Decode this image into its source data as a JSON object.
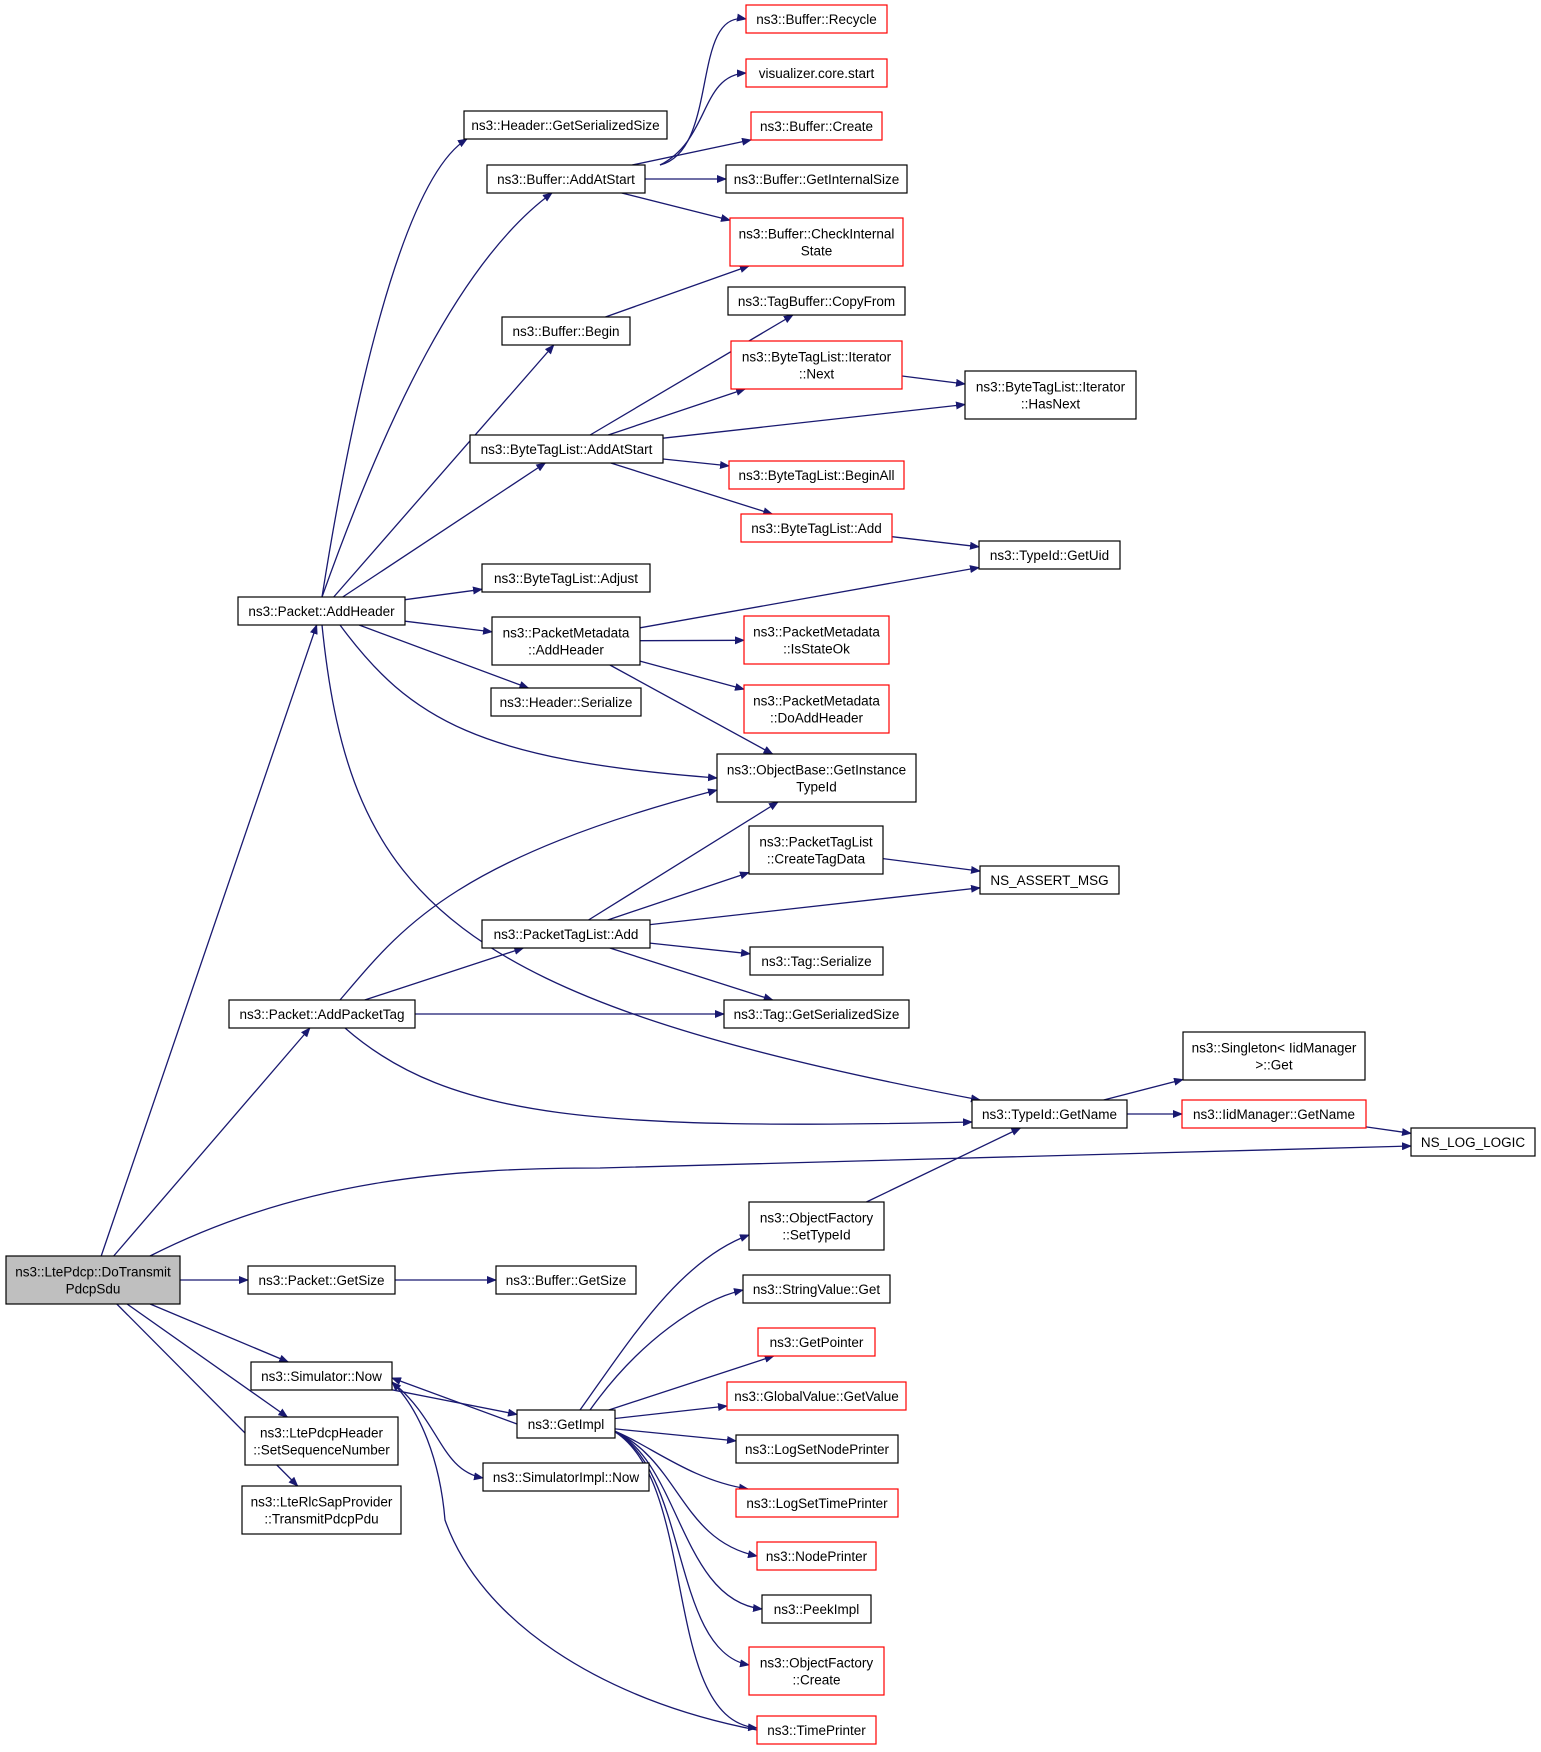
{
  "diagram": {
    "kind": "call-graph",
    "colors": {
      "edge": "#191970",
      "node_border": "#000000",
      "truncated_node_border": "#ff0000",
      "root_fill": "#bfbfbf",
      "node_fill": "#ffffff"
    },
    "nodes": [
      {
        "id": "root",
        "lines": [
          "ns3::LtePdcp::DoTransmit",
          "PdcpSdu"
        ],
        "style": "root"
      },
      {
        "id": "n_addheader",
        "lines": [
          "ns3::Packet::AddHeader"
        ],
        "style": "normal"
      },
      {
        "id": "n_addpackettag",
        "lines": [
          "ns3::Packet::AddPacketTag"
        ],
        "style": "normal"
      },
      {
        "id": "n_getsize_pkt",
        "lines": [
          "ns3::Packet::GetSize"
        ],
        "style": "normal"
      },
      {
        "id": "n_now",
        "lines": [
          "ns3::Simulator::Now"
        ],
        "style": "normal"
      },
      {
        "id": "n_setseq",
        "lines": [
          "ns3::LtePdcpHeader",
          "::SetSequenceNumber"
        ],
        "style": "normal"
      },
      {
        "id": "n_transmit",
        "lines": [
          "ns3::LteRlcSapProvider",
          "::TransmitPdcpPdu"
        ],
        "style": "normal"
      },
      {
        "id": "n_hdr_getsersize",
        "lines": [
          "ns3::Header::GetSerializedSize"
        ],
        "style": "normal"
      },
      {
        "id": "n_buf_addatstart",
        "lines": [
          "ns3::Buffer::AddAtStart"
        ],
        "style": "normal"
      },
      {
        "id": "n_buf_begin",
        "lines": [
          "ns3::Buffer::Begin"
        ],
        "style": "normal"
      },
      {
        "id": "n_btl_addatstart",
        "lines": [
          "ns3::ByteTagList::AddAtStart"
        ],
        "style": "normal"
      },
      {
        "id": "n_btl_adjust",
        "lines": [
          "ns3::ByteTagList::Adjust"
        ],
        "style": "normal"
      },
      {
        "id": "n_pm_addheader",
        "lines": [
          "ns3::PacketMetadata",
          "::AddHeader"
        ],
        "style": "normal"
      },
      {
        "id": "n_hdr_serialize",
        "lines": [
          "ns3::Header::Serialize"
        ],
        "style": "normal"
      },
      {
        "id": "n_ptl_add",
        "lines": [
          "ns3::PacketTagList::Add"
        ],
        "style": "normal"
      },
      {
        "id": "n_buf_getsize",
        "lines": [
          "ns3::Buffer::GetSize"
        ],
        "style": "normal"
      },
      {
        "id": "n_getimpl",
        "lines": [
          "ns3::GetImpl"
        ],
        "style": "normal"
      },
      {
        "id": "n_simimpl_now",
        "lines": [
          "ns3::SimulatorImpl::Now"
        ],
        "style": "normal"
      },
      {
        "id": "n_buf_recycle",
        "lines": [
          "ns3::Buffer::Recycle"
        ],
        "style": "red"
      },
      {
        "id": "n_viz_start",
        "lines": [
          "visualizer.core.start"
        ],
        "style": "red"
      },
      {
        "id": "n_buf_create",
        "lines": [
          "ns3::Buffer::Create"
        ],
        "style": "red"
      },
      {
        "id": "n_buf_getinternalsize",
        "lines": [
          "ns3::Buffer::GetInternalSize"
        ],
        "style": "normal"
      },
      {
        "id": "n_buf_checkinternal",
        "lines": [
          "ns3::Buffer::CheckInternal",
          "State"
        ],
        "style": "red"
      },
      {
        "id": "n_tagbuf_copyfrom",
        "lines": [
          "ns3::TagBuffer::CopyFrom"
        ],
        "style": "normal"
      },
      {
        "id": "n_btl_it_next",
        "lines": [
          "ns3::ByteTagList::Iterator",
          "::Next"
        ],
        "style": "red"
      },
      {
        "id": "n_btl_beginall",
        "lines": [
          "ns3::ByteTagList::BeginAll"
        ],
        "style": "red"
      },
      {
        "id": "n_btl_add",
        "lines": [
          "ns3::ByteTagList::Add"
        ],
        "style": "red"
      },
      {
        "id": "n_pm_isstateok",
        "lines": [
          "ns3::PacketMetadata",
          "::IsStateOk"
        ],
        "style": "red"
      },
      {
        "id": "n_pm_doaddheader",
        "lines": [
          "ns3::PacketMetadata",
          "::DoAddHeader"
        ],
        "style": "red"
      },
      {
        "id": "n_objbase_getinst",
        "lines": [
          "ns3::ObjectBase::GetInstance",
          "TypeId"
        ],
        "style": "normal"
      },
      {
        "id": "n_ptl_createtagdata",
        "lines": [
          "ns3::PacketTagList",
          "::CreateTagData"
        ],
        "style": "normal"
      },
      {
        "id": "n_tag_serialize",
        "lines": [
          "ns3::Tag::Serialize"
        ],
        "style": "normal"
      },
      {
        "id": "n_tag_getsersize",
        "lines": [
          "ns3::Tag::GetSerializedSize"
        ],
        "style": "normal"
      },
      {
        "id": "n_of_settypeid",
        "lines": [
          "ns3::ObjectFactory",
          "::SetTypeId"
        ],
        "style": "normal"
      },
      {
        "id": "n_stringvalue_get",
        "lines": [
          "ns3::StringValue::Get"
        ],
        "style": "normal"
      },
      {
        "id": "n_getpointer",
        "lines": [
          "ns3::GetPointer"
        ],
        "style": "red"
      },
      {
        "id": "n_gv_getvalue",
        "lines": [
          "ns3::GlobalValue::GetValue"
        ],
        "style": "red"
      },
      {
        "id": "n_logsetnodeprinter",
        "lines": [
          "ns3::LogSetNodePrinter"
        ],
        "style": "normal"
      },
      {
        "id": "n_logsettimeprinter",
        "lines": [
          "ns3::LogSetTimePrinter"
        ],
        "style": "red"
      },
      {
        "id": "n_nodeprinter",
        "lines": [
          "ns3::NodePrinter"
        ],
        "style": "red"
      },
      {
        "id": "n_peekimpl",
        "lines": [
          "ns3::PeekImpl"
        ],
        "style": "normal"
      },
      {
        "id": "n_of_create",
        "lines": [
          "ns3::ObjectFactory",
          "::Create"
        ],
        "style": "red"
      },
      {
        "id": "n_timeprinter",
        "lines": [
          "ns3::TimePrinter"
        ],
        "style": "red"
      },
      {
        "id": "n_btl_it_hasnext",
        "lines": [
          "ns3::ByteTagList::Iterator",
          "::HasNext"
        ],
        "style": "normal"
      },
      {
        "id": "n_typeid_getuid",
        "lines": [
          "ns3::TypeId::GetUid"
        ],
        "style": "normal"
      },
      {
        "id": "n_ns_assert_msg",
        "lines": [
          "NS_ASSERT_MSG"
        ],
        "style": "normal"
      },
      {
        "id": "n_singleton_get",
        "lines": [
          "ns3::Singleton< IidManager",
          " >::Get"
        ],
        "style": "normal"
      },
      {
        "id": "n_typeid_getname",
        "lines": [
          "ns3::TypeId::GetName"
        ],
        "style": "normal"
      },
      {
        "id": "n_iidmgr_getname",
        "lines": [
          "ns3::IidManager::GetName"
        ],
        "style": "red"
      },
      {
        "id": "n_ns_log_logic",
        "lines": [
          "NS_LOG_LOGIC"
        ],
        "style": "normal"
      }
    ],
    "edges": [
      [
        "root",
        "n_addheader"
      ],
      [
        "root",
        "n_addpackettag"
      ],
      [
        "root",
        "n_ns_log_logic"
      ],
      [
        "root",
        "n_getsize_pkt"
      ],
      [
        "root",
        "n_now"
      ],
      [
        "root",
        "n_setseq"
      ],
      [
        "root",
        "n_transmit"
      ],
      [
        "n_addheader",
        "n_hdr_getsersize"
      ],
      [
        "n_addheader",
        "n_buf_addatstart"
      ],
      [
        "n_addheader",
        "n_buf_begin"
      ],
      [
        "n_addheader",
        "n_btl_addatstart"
      ],
      [
        "n_addheader",
        "n_btl_adjust"
      ],
      [
        "n_addheader",
        "n_pm_addheader"
      ],
      [
        "n_addheader",
        "n_hdr_serialize"
      ],
      [
        "n_addheader",
        "n_objbase_getinst"
      ],
      [
        "n_addheader",
        "n_typeid_getname"
      ],
      [
        "n_buf_addatstart",
        "n_buf_recycle"
      ],
      [
        "n_buf_addatstart",
        "n_viz_start"
      ],
      [
        "n_buf_addatstart",
        "n_buf_create"
      ],
      [
        "n_buf_addatstart",
        "n_buf_getinternalsize"
      ],
      [
        "n_buf_addatstart",
        "n_buf_checkinternal"
      ],
      [
        "n_buf_begin",
        "n_buf_checkinternal"
      ],
      [
        "n_btl_addatstart",
        "n_tagbuf_copyfrom"
      ],
      [
        "n_btl_addatstart",
        "n_btl_it_next"
      ],
      [
        "n_btl_addatstart",
        "n_btl_it_hasnext"
      ],
      [
        "n_btl_addatstart",
        "n_btl_beginall"
      ],
      [
        "n_btl_addatstart",
        "n_btl_add"
      ],
      [
        "n_btl_it_next",
        "n_btl_it_hasnext"
      ],
      [
        "n_btl_add",
        "n_typeid_getuid"
      ],
      [
        "n_pm_addheader",
        "n_typeid_getuid"
      ],
      [
        "n_pm_addheader",
        "n_pm_isstateok"
      ],
      [
        "n_pm_addheader",
        "n_pm_doaddheader"
      ],
      [
        "n_pm_addheader",
        "n_objbase_getinst"
      ],
      [
        "n_addpackettag",
        "n_objbase_getinst"
      ],
      [
        "n_addpackettag",
        "n_ptl_add"
      ],
      [
        "n_addpackettag",
        "n_tag_getsersize"
      ],
      [
        "n_addpackettag",
        "n_typeid_getname"
      ],
      [
        "n_ptl_add",
        "n_objbase_getinst"
      ],
      [
        "n_ptl_add",
        "n_ptl_createtagdata"
      ],
      [
        "n_ptl_add",
        "n_ns_assert_msg"
      ],
      [
        "n_ptl_add",
        "n_tag_serialize"
      ],
      [
        "n_ptl_add",
        "n_tag_getsersize"
      ],
      [
        "n_ptl_createtagdata",
        "n_ns_assert_msg"
      ],
      [
        "n_typeid_getname",
        "n_singleton_get"
      ],
      [
        "n_typeid_getname",
        "n_iidmgr_getname"
      ],
      [
        "n_iidmgr_getname",
        "n_ns_log_logic"
      ],
      [
        "n_getsize_pkt",
        "n_buf_getsize"
      ],
      [
        "n_now",
        "n_getimpl"
      ],
      [
        "n_now",
        "n_simimpl_now"
      ],
      [
        "n_getimpl",
        "n_of_settypeid"
      ],
      [
        "n_getimpl",
        "n_stringvalue_get"
      ],
      [
        "n_getimpl",
        "n_getpointer"
      ],
      [
        "n_getimpl",
        "n_gv_getvalue"
      ],
      [
        "n_getimpl",
        "n_logsetnodeprinter"
      ],
      [
        "n_getimpl",
        "n_logsettimeprinter"
      ],
      [
        "n_getimpl",
        "n_nodeprinter"
      ],
      [
        "n_getimpl",
        "n_peekimpl"
      ],
      [
        "n_getimpl",
        "n_of_create"
      ],
      [
        "n_getimpl",
        "n_timeprinter"
      ],
      [
        "n_getimpl",
        "n_now"
      ],
      [
        "n_of_settypeid",
        "n_typeid_getname"
      ],
      [
        "n_timeprinter",
        "n_now"
      ]
    ]
  }
}
